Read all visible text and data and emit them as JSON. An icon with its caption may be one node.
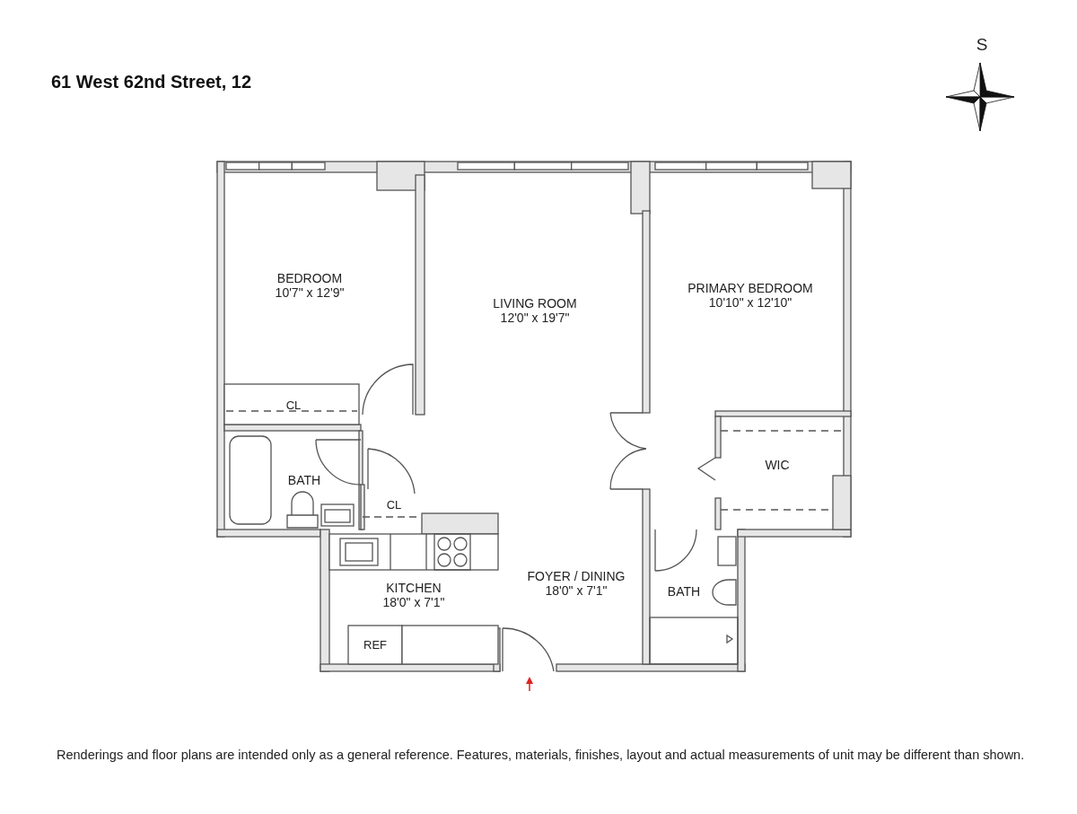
{
  "diagram": {
    "title": "61 West 62nd Street, 12",
    "caption": "Renderings and floor plans are intended only as a general reference. Features, materials, finishes, layout and actual measurements of unit may be different than shown.",
    "labels": [
      "S",
      "BEDROOM",
      "10'7\" x 12'9\"",
      "LIVING ROOM",
      "12'0\" x 19'7\"",
      "PRIMARY BEDROOM",
      "10'10\" x 12'10\"",
      "CL",
      "BATH",
      "CL",
      "WIC",
      "FOYER / DINING",
      "18'0\" x 7'1\"",
      "KITCHEN",
      "18'0\" x 7'1\"",
      "BATH",
      "REF"
    ]
  }
}
